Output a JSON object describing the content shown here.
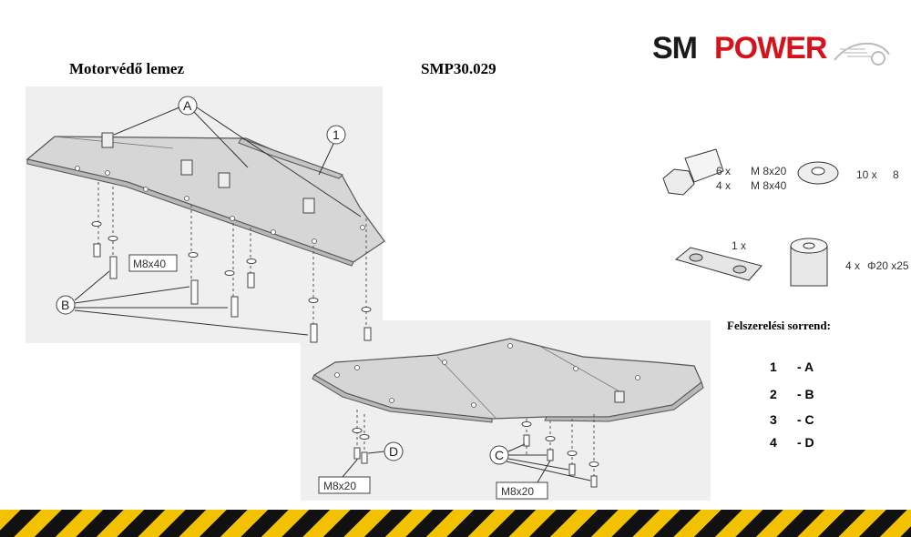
{
  "header": {
    "title": "Motorvédő lemez",
    "code": "SMP30.029",
    "logo": {
      "part1": "SM",
      "part2": "POWER"
    }
  },
  "diagram": {
    "labels": {
      "a": "A",
      "b": "B",
      "c": "C",
      "d": "D",
      "one": "1",
      "m8x40": "M8x40",
      "m8x20_left": "M8x20",
      "m8x20_right": "M8x20"
    }
  },
  "parts": {
    "bolts": {
      "qty1": "6 x",
      "size1": "M 8x20",
      "qty2": "4 x",
      "size2": "M 8x40"
    },
    "washers": {
      "qty": "10 x",
      "size": "8"
    },
    "plate": {
      "qty": "1 x"
    },
    "spacers": {
      "qty": "4 x",
      "size": "Φ20 x25"
    }
  },
  "sequence": {
    "title": "Felszerelési sorrend:",
    "steps": [
      {
        "num": "1",
        "letter": "- A"
      },
      {
        "num": "2",
        "letter": "- B"
      },
      {
        "num": "3",
        "letter": "- C"
      },
      {
        "num": "4",
        "letter": "- D"
      }
    ]
  },
  "colors": {
    "brand_red": "#d3141c",
    "plate_gray": "#d8d8d8",
    "hazard_yellow": "#f2c200"
  }
}
